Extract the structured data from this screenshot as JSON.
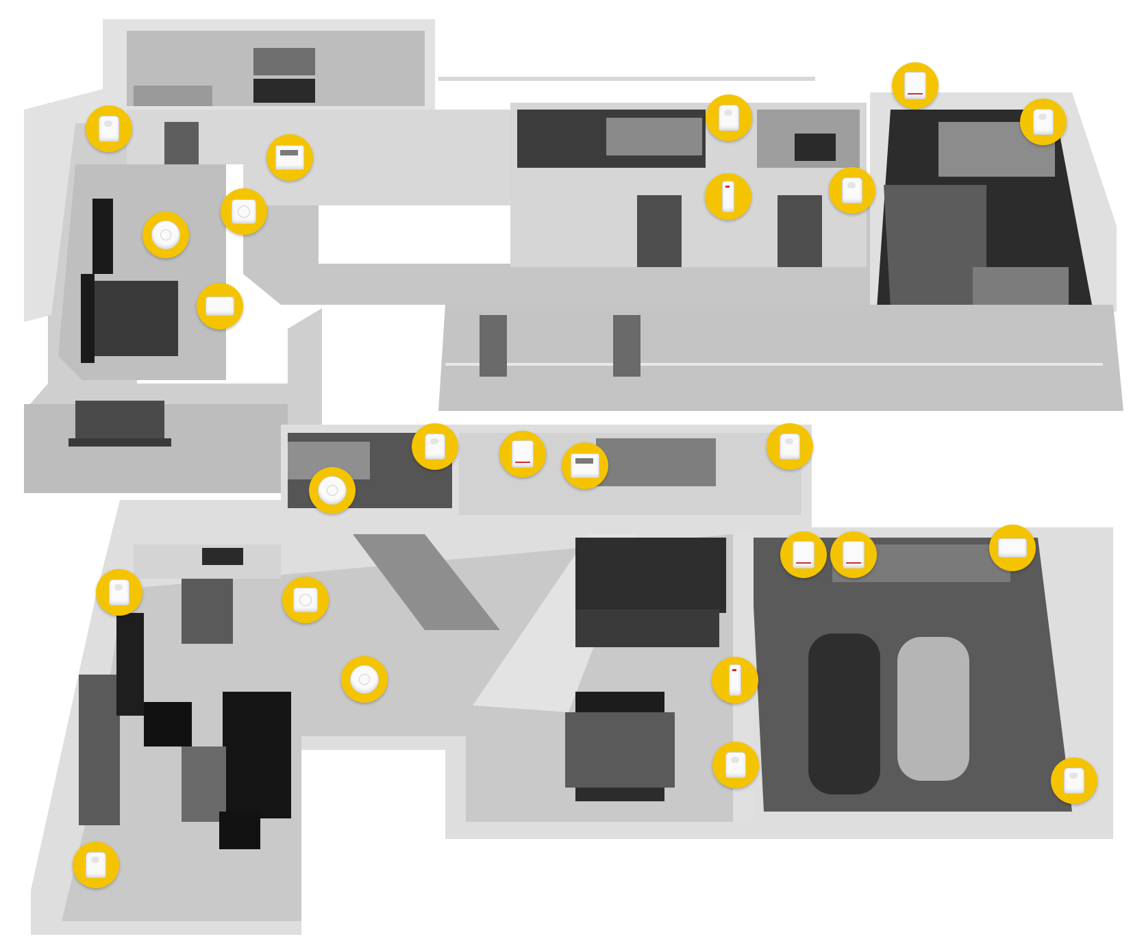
{
  "image": {
    "title": "",
    "colors": {
      "marker": "#f5c400",
      "device": "#fafafa",
      "wall": "#dcdcdc",
      "floor": "#c8c8c8",
      "tile": "#bdbdbd",
      "garage_floor": "#5a5a5a",
      "dark_furniture": "#1c1c1c"
    }
  },
  "markers": [
    {
      "device": "motion-detector"
    },
    {
      "device": "keypad"
    },
    {
      "device": "thermostat"
    },
    {
      "device": "smoke-detector"
    },
    {
      "device": "panel-device"
    },
    {
      "device": "motion-detector"
    },
    {
      "device": "door-contact"
    },
    {
      "device": "motion-detector"
    },
    {
      "device": "siren"
    },
    {
      "device": "motion-detector"
    },
    {
      "device": "smoke-detector"
    },
    {
      "device": "motion-detector"
    },
    {
      "device": "siren"
    },
    {
      "device": "keypad"
    },
    {
      "device": "motion-detector"
    },
    {
      "device": "motion-detector"
    },
    {
      "device": "thermostat"
    },
    {
      "device": "smoke-detector"
    },
    {
      "device": "siren"
    },
    {
      "device": "siren"
    },
    {
      "device": "panel-device"
    },
    {
      "device": "door-contact"
    },
    {
      "device": "motion-detector"
    },
    {
      "device": "motion-detector"
    },
    {
      "device": "motion-detector"
    }
  ]
}
